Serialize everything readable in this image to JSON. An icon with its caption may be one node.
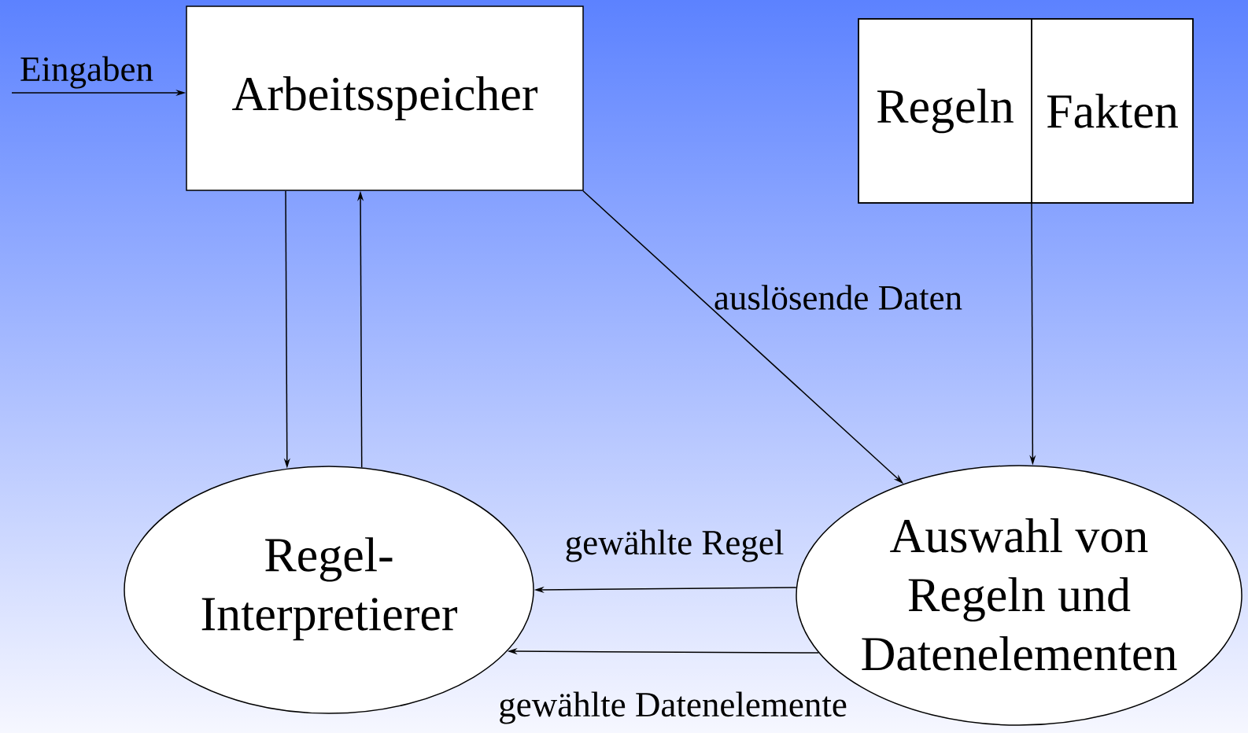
{
  "diagram": {
    "nodes": [
      {
        "text": [
          "Arbeitsspeicher"
        ]
      },
      {
        "text": [],
        "shape": "box"
      },
      {
        "text": [
          "Regeln"
        ],
        "in": 1
      },
      {
        "text": [
          "Fakten"
        ],
        "in": 1
      },
      {
        "text": [
          "Regel- Interpretierer"
        ]
      },
      {
        "text": [
          "Auswahl von Regeln und Datenelementen"
        ]
      }
    ],
    "edges": [
      {
        "from": null,
        "to": 0,
        "arrow": "to",
        "label": "Eingaben"
      },
      {
        "from": 0,
        "to": 4,
        "arrow": "to"
      },
      {
        "from": 4,
        "to": 0,
        "arrow": "to"
      },
      {
        "from": 0,
        "to": 5,
        "arrow": "to",
        "label": "auslösende Daten"
      },
      {
        "from": 1,
        "to": 5,
        "arrow": "to"
      },
      {
        "from": 5,
        "to": 4,
        "arrow": "to",
        "label": "gewählte Regel"
      },
      {
        "from": 5,
        "to": 4,
        "arrow": "to",
        "label": "gewählte Datenelemente"
      }
    ]
  }
}
